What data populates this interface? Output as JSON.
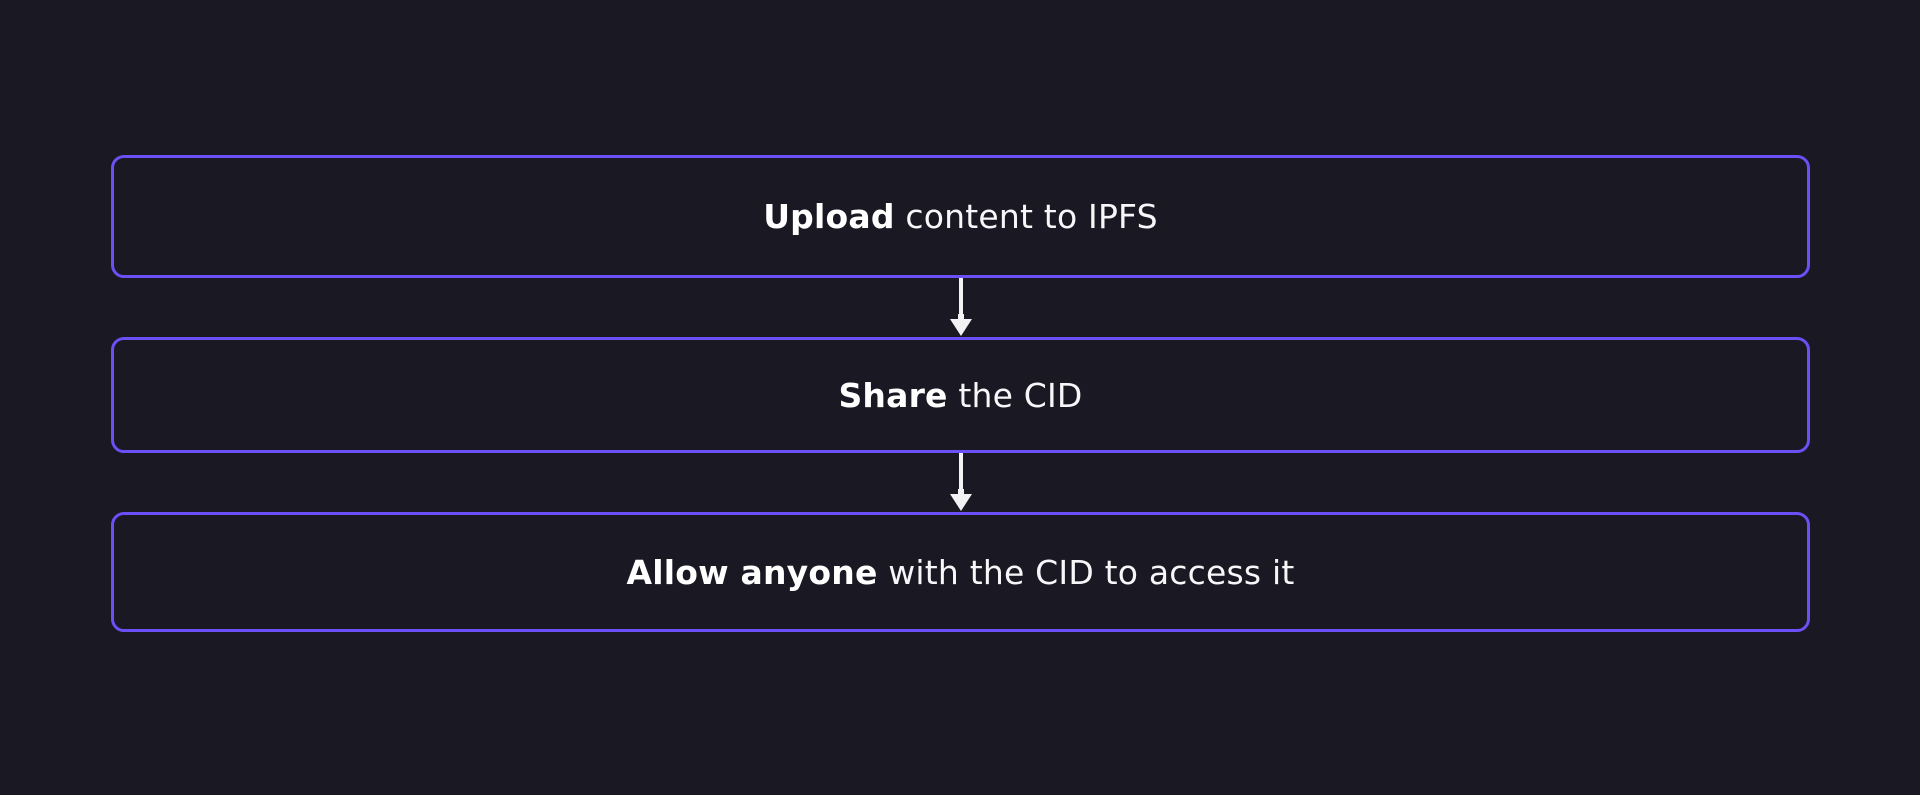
{
  "theme": {
    "background": "#1a1822",
    "node_border": "#6c4ff5",
    "text": "#f7f7fa",
    "arrow": "#f2f2f5"
  },
  "diagram": {
    "name": "ipfs-content-sharing-flow",
    "orientation": "vertical",
    "steps": [
      {
        "id": "upload",
        "lead": "Upload",
        "rest": " content to IPFS",
        "full_text": "Upload content to IPFS"
      },
      {
        "id": "share",
        "lead": "Share",
        "rest": " the CID",
        "full_text": "Share the CID"
      },
      {
        "id": "access",
        "lead": "Allow anyone",
        "rest": " with the CID to access it",
        "full_text": "Allow anyone with the CID to access it"
      }
    ],
    "connectors": [
      {
        "id": "connector-1",
        "from": "upload",
        "to": "share",
        "icon": "arrow-down-icon"
      },
      {
        "id": "connector-2",
        "from": "share",
        "to": "access",
        "icon": "arrow-down-icon"
      }
    ]
  }
}
